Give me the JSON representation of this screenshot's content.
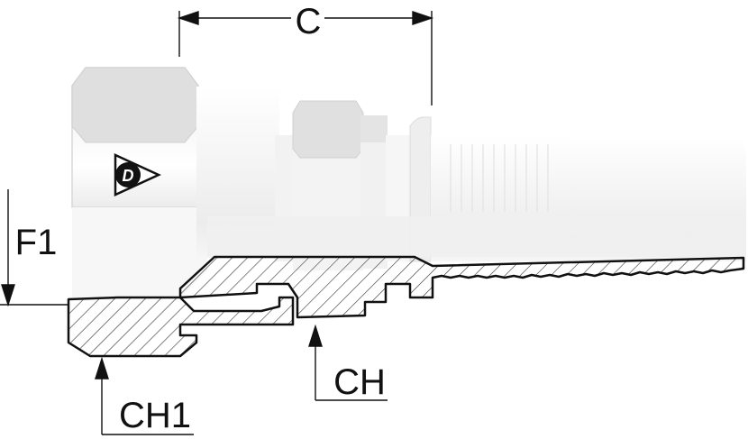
{
  "labels": {
    "c": "C",
    "f1": "F1",
    "ch": "CH",
    "ch1": "CH1"
  },
  "logo": {
    "name": "dunlop-logo",
    "letter": "D"
  },
  "colors": {
    "line": "#111111",
    "body_light": "#f2f2f2",
    "body_shade": "#dcdcdc",
    "hex_face": "#e3e3e3",
    "section_fill": "#ffffff",
    "hatch": "#333333"
  }
}
